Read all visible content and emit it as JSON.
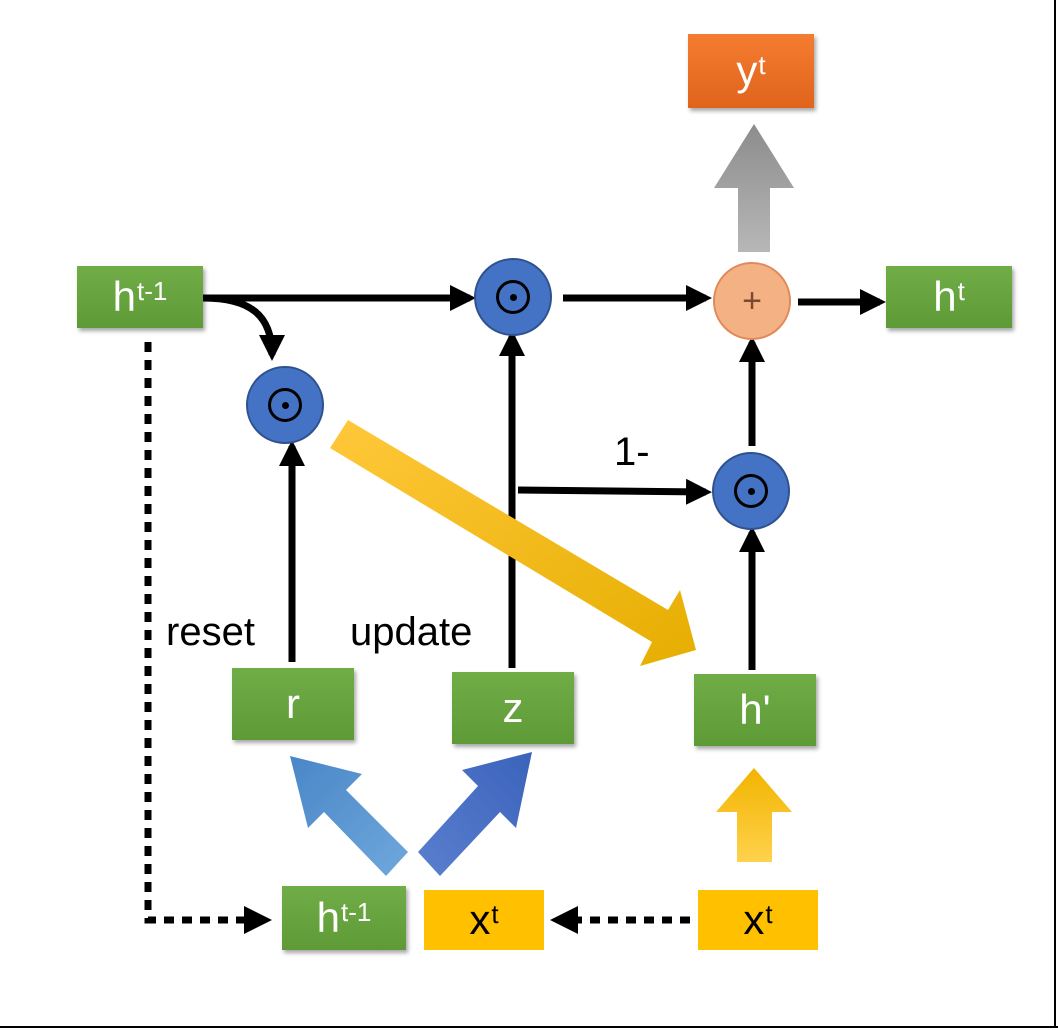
{
  "nodes": {
    "h_prev_top": {
      "base": "h",
      "sup": "t-1"
    },
    "h_prev_bottom": {
      "base": "h",
      "sup": "t-1"
    },
    "h_out": {
      "base": "h",
      "sup": "t"
    },
    "y_out": {
      "base": "y",
      "sup": "t"
    },
    "r": {
      "label": "r"
    },
    "z": {
      "label": "z"
    },
    "h_cand": {
      "label": "h'"
    },
    "x_mid": {
      "base": "x",
      "sup": "t"
    },
    "x_right": {
      "base": "x",
      "sup": "t"
    }
  },
  "ops": {
    "plus_symbol": "+"
  },
  "labels": {
    "reset": "reset",
    "update": "update",
    "one_minus": "1-"
  },
  "colors": {
    "green": "#70ad47",
    "yellow": "#ffc000",
    "orange": "#ed7d31",
    "blue": "#4472c4",
    "salmon": "#f4b183",
    "gray_arrow": "#a6a6a6"
  }
}
